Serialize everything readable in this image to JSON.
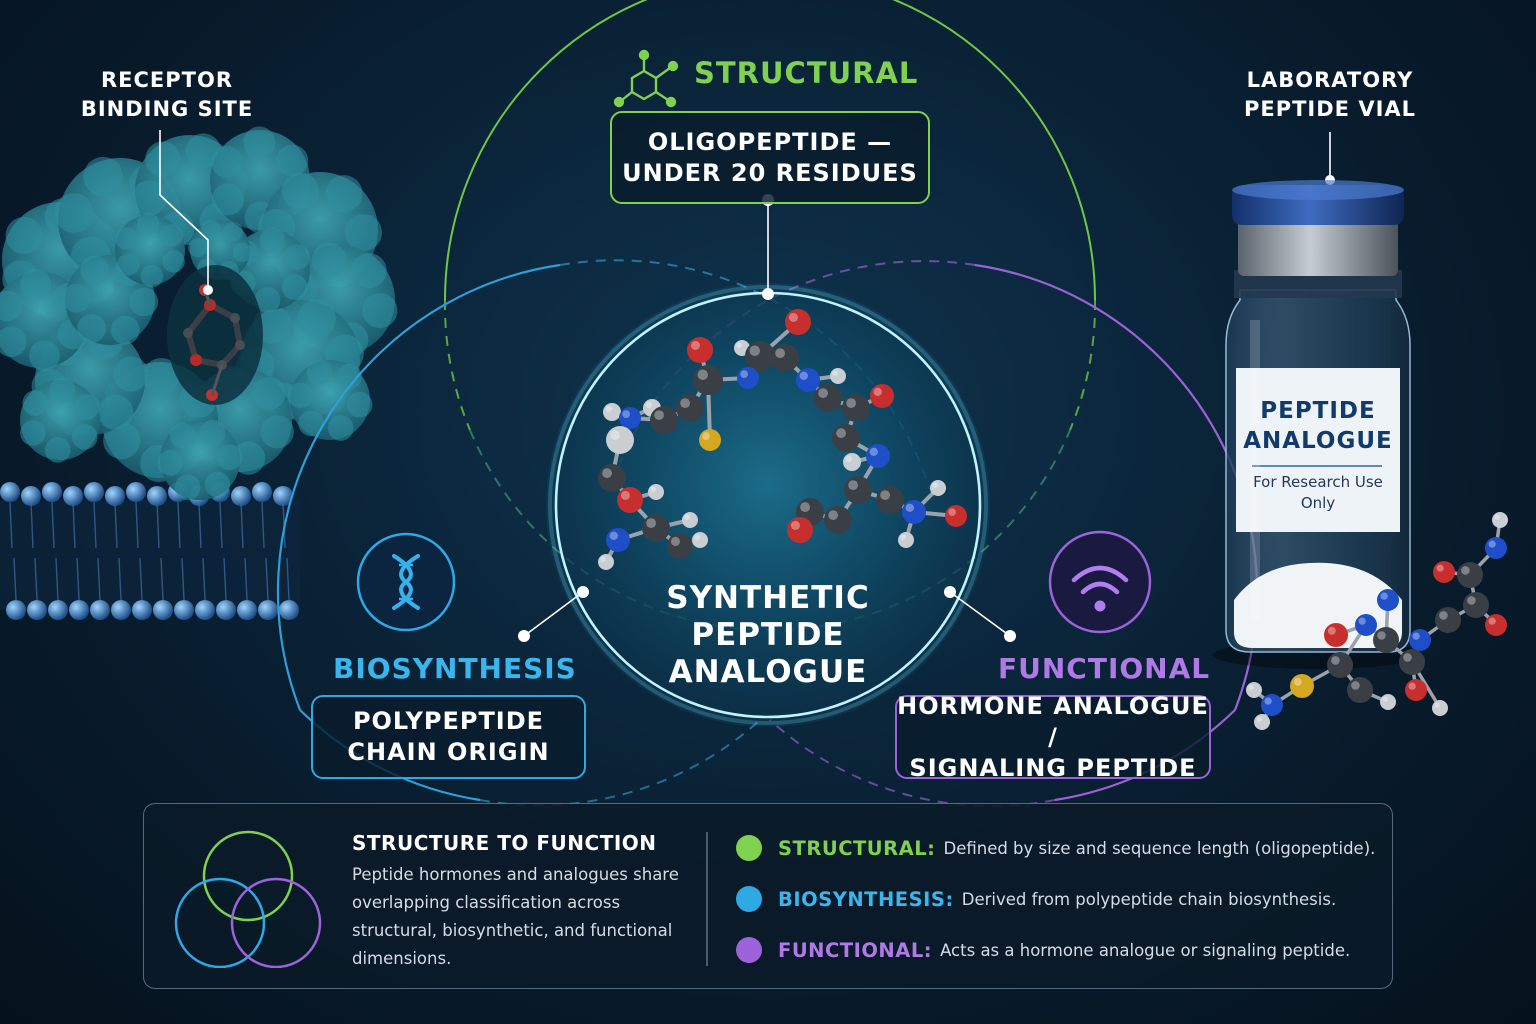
{
  "callouts": {
    "receptor": [
      "RECEPTOR",
      "BINDING SITE"
    ],
    "vial": [
      "LABORATORY",
      "PEPTIDE VIAL"
    ]
  },
  "structural": {
    "title": "STRUCTURAL",
    "box": [
      "OLIGOPEPTIDE —",
      "UNDER 20 RESIDUES"
    ],
    "color": "#7fd14f"
  },
  "biosynthesis": {
    "title": "BIOSYNTHESIS",
    "box": [
      "POLYPEPTIDE",
      "CHAIN ORIGIN"
    ],
    "color": "#3ab6ee"
  },
  "functional": {
    "title": "FUNCTIONAL",
    "box": [
      "HORMONE ANALOGUE /",
      "SIGNALING PEPTIDE"
    ],
    "color": "#b07ae6"
  },
  "center": [
    "SYNTHETIC",
    "PEPTIDE",
    "ANALOGUE"
  ],
  "vial_label": {
    "title": [
      "PEPTIDE",
      "ANALOGUE"
    ],
    "sub": [
      "For Research Use",
      "Only"
    ]
  },
  "legend": {
    "heading": "STRUCTURE TO FUNCTION",
    "body": [
      "Peptide hormones and analogues share",
      "overlapping classification across",
      "structural, biosynthetic, and functional",
      "dimensions."
    ],
    "items": [
      {
        "key": "STRUCTURAL:",
        "desc": "Defined by size and sequence length (oligopeptide).",
        "color": "#7fd14f"
      },
      {
        "key": "BIOSYNTHESIS:",
        "desc": "Derived from polypeptide chain biosynthesis.",
        "color": "#3ab6ee"
      },
      {
        "key": "FUNCTIONAL:",
        "desc": "Acts as a hormone analogue or signaling peptide.",
        "color": "#b07ae6"
      }
    ]
  },
  "icons": {
    "structural": "molecule-icon",
    "biosynthesis": "dna-icon",
    "functional": "signal-icon"
  }
}
